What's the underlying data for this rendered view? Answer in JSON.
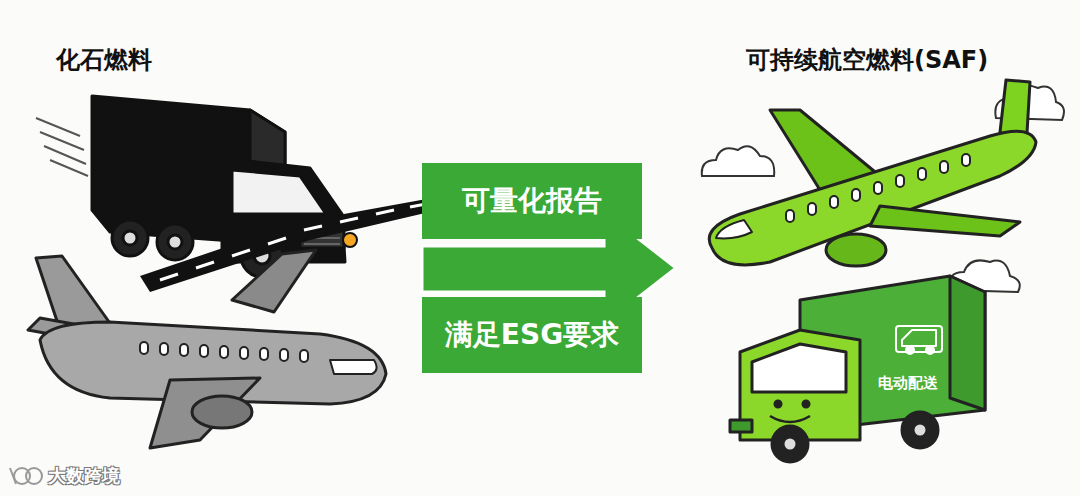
{
  "diagram": {
    "nodes": [
      {
        "text": [
          "可量化报告"
        ]
      },
      {
        "text": [
          "满足ESG要求"
        ]
      }
    ],
    "labels": [
      "化石燃料",
      "可持续航空燃料(SAF)",
      "电动配送",
      "大数跨境"
    ]
  }
}
